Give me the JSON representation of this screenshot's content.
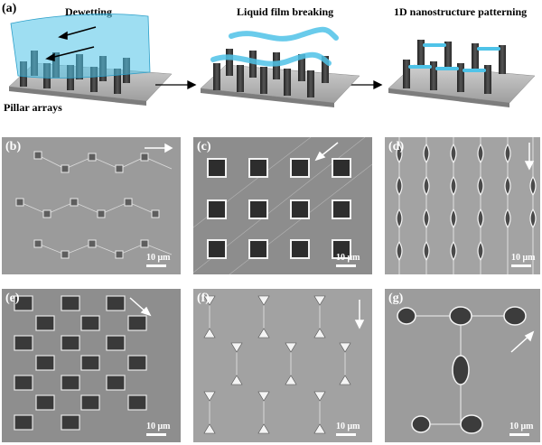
{
  "schematic": {
    "label": "(a)",
    "steps": [
      {
        "title": "Dewetting"
      },
      {
        "title": "Liquid film breaking"
      },
      {
        "title": "1D nanostructure patterning"
      }
    ],
    "substrate_label": "Pillar arrays"
  },
  "panels": [
    {
      "label": "(b)",
      "scale": "10 μm",
      "arrow": "right"
    },
    {
      "label": "(c)",
      "scale": "10 μm",
      "arrow": "down-left"
    },
    {
      "label": "(d)",
      "scale": "10 μm",
      "arrow": "down"
    },
    {
      "label": "(e)",
      "scale": "10 μm",
      "arrow": "down-right"
    },
    {
      "label": "(f)",
      "scale": "10 μm",
      "arrow": "down"
    },
    {
      "label": "(g)",
      "scale": "10 μm",
      "arrow": "up-right"
    }
  ],
  "colors": {
    "liquid": "#4fc3e8",
    "pillar": "#3a3a3a",
    "substrate": "#b9b9b9",
    "sem": "#9a9a9a"
  }
}
